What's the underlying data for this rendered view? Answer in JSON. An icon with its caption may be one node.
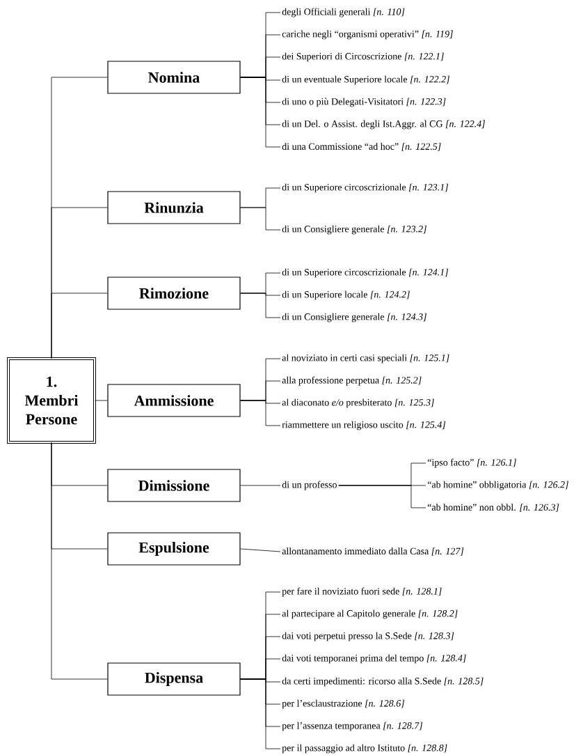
{
  "diagram": {
    "nodes": [
      {
        "text": [
          "1. Membri Persone"
        ]
      },
      {
        "text": [
          "Nomina"
        ]
      },
      {
        "text": [
          "degli Officiali generali *[n. 110]*"
        ]
      },
      {
        "text": [
          "cariche negli “organismi operativi” *[n. 119]*"
        ]
      },
      {
        "text": [
          "dei Superiori di Circoscrizione *[n. 122.1]*"
        ]
      },
      {
        "text": [
          "di un eventuale Superiore locale *[n. 122.2]*"
        ]
      },
      {
        "text": [
          "di uno o più Delegati-Visitatori *[n. 122.3]*"
        ]
      },
      {
        "text": [
          "di un Del. o Assist. degli Ist.Aggr. al CG *[n. 122.4]*"
        ]
      },
      {
        "text": [
          "di una Commissione “ad hoc” *[n. 122.5]*"
        ]
      },
      {
        "text": [
          "Rinunzia"
        ]
      },
      {
        "text": [
          "di un Superiore circoscrizionale *[n. 123.1]*"
        ]
      },
      {
        "text": [
          "di un Consigliere generale *[n. 123.2]*"
        ]
      },
      {
        "text": [
          "Rimozione"
        ]
      },
      {
        "text": [
          "di un Superiore circoscrizionale *[n. 124.1]*"
        ]
      },
      {
        "text": [
          "di un Superiore locale *[n. 124.2]*"
        ]
      },
      {
        "text": [
          "di un Consigliere generale *[n. 124.3]*"
        ]
      },
      {
        "text": [
          "Ammissione"
        ]
      },
      {
        "text": [
          "al noviziato in certi casi speciali *[n. 125.1]*"
        ]
      },
      {
        "text": [
          "alla professione perpetua *[n. 125.2]*"
        ]
      },
      {
        "text": [
          "al diaconato *e/o* presbiterato *[n. 125.3]*"
        ]
      },
      {
        "text": [
          "riammettere un religioso uscito *[n. 125.4]*"
        ]
      },
      {
        "text": [
          "Dimissione"
        ]
      },
      {
        "text": [
          "di un professo"
        ]
      },
      {
        "text": [
          "“ipso facto” *[n. 126.1]*"
        ]
      },
      {
        "text": [
          "“ab homine” obbligatoria *[n. 126.2]*"
        ]
      },
      {
        "text": [
          "“ab homine” non obbl. *[n. 126.3]*"
        ]
      },
      {
        "text": [
          "Espulsione"
        ]
      },
      {
        "text": [
          "allontanamento immediato dalla Casa *[n. 127]*"
        ]
      },
      {
        "text": [
          "Dispensa"
        ]
      },
      {
        "text": [
          "per fare il noviziato fuori sede *[n. 128.1]*"
        ]
      },
      {
        "text": [
          "al partecipare al Capitolo generale *[n. 128.2]*"
        ]
      },
      {
        "text": [
          "dai voti perpetui presso la S.Sede *[n. 128.3]*"
        ]
      },
      {
        "text": [
          "dai voti temporanei prima del tempo *[n. 128.4]*"
        ]
      },
      {
        "text": [
          "da certi impedimenti: ricorso alla S.Sede *[n. 128.5]*"
        ]
      },
      {
        "text": [
          "per l’esclaustrazione *[n. 128.6]*"
        ]
      },
      {
        "text": [
          "per l’assenza temporanea *[n. 128.7]*"
        ]
      },
      {
        "text": [
          "per il passaggio ad altro Istituto *[n. 128.8]*"
        ]
      }
    ],
    "edges": [
      {
        "from": 0,
        "to": 1,
        "arrow": "none"
      },
      {
        "from": 0,
        "to": 9,
        "arrow": "none"
      },
      {
        "from": 0,
        "to": 12,
        "arrow": "none"
      },
      {
        "from": 0,
        "to": 16,
        "arrow": "none"
      },
      {
        "from": 0,
        "to": 21,
        "arrow": "none"
      },
      {
        "from": 0,
        "to": 26,
        "arrow": "none"
      },
      {
        "from": 0,
        "to": 28,
        "arrow": "none"
      },
      {
        "from": 1,
        "to": 2,
        "arrow": "none"
      },
      {
        "from": 1,
        "to": 3,
        "arrow": "none"
      },
      {
        "from": 1,
        "to": 4,
        "arrow": "none"
      },
      {
        "from": 1,
        "to": 5,
        "arrow": "none"
      },
      {
        "from": 1,
        "to": 6,
        "arrow": "none"
      },
      {
        "from": 1,
        "to": 7,
        "arrow": "none"
      },
      {
        "from": 1,
        "to": 8,
        "arrow": "none"
      },
      {
        "from": 9,
        "to": 10,
        "arrow": "none"
      },
      {
        "from": 9,
        "to": 11,
        "arrow": "none"
      },
      {
        "from": 12,
        "to": 13,
        "arrow": "none"
      },
      {
        "from": 12,
        "to": 14,
        "arrow": "none"
      },
      {
        "from": 12,
        "to": 15,
        "arrow": "none"
      },
      {
        "from": 16,
        "to": 17,
        "arrow": "none"
      },
      {
        "from": 16,
        "to": 18,
        "arrow": "none"
      },
      {
        "from": 16,
        "to": 19,
        "arrow": "none"
      },
      {
        "from": 16,
        "to": 20,
        "arrow": "none"
      },
      {
        "from": 21,
        "to": 22,
        "arrow": "none"
      },
      {
        "from": 22,
        "to": 23,
        "arrow": "none"
      },
      {
        "from": 22,
        "to": 24,
        "arrow": "none"
      },
      {
        "from": 22,
        "to": 25,
        "arrow": "none"
      },
      {
        "from": 26,
        "to": 27,
        "arrow": "none"
      },
      {
        "from": 28,
        "to": 29,
        "arrow": "none"
      },
      {
        "from": 28,
        "to": 30,
        "arrow": "none"
      },
      {
        "from": 28,
        "to": 31,
        "arrow": "none"
      },
      {
        "from": 28,
        "to": 32,
        "arrow": "none"
      },
      {
        "from": 28,
        "to": 33,
        "arrow": "none"
      },
      {
        "from": 28,
        "to": 34,
        "arrow": "none"
      },
      {
        "from": 28,
        "to": 35,
        "arrow": "none"
      },
      {
        "from": 28,
        "to": 36,
        "arrow": "none"
      }
    ]
  }
}
